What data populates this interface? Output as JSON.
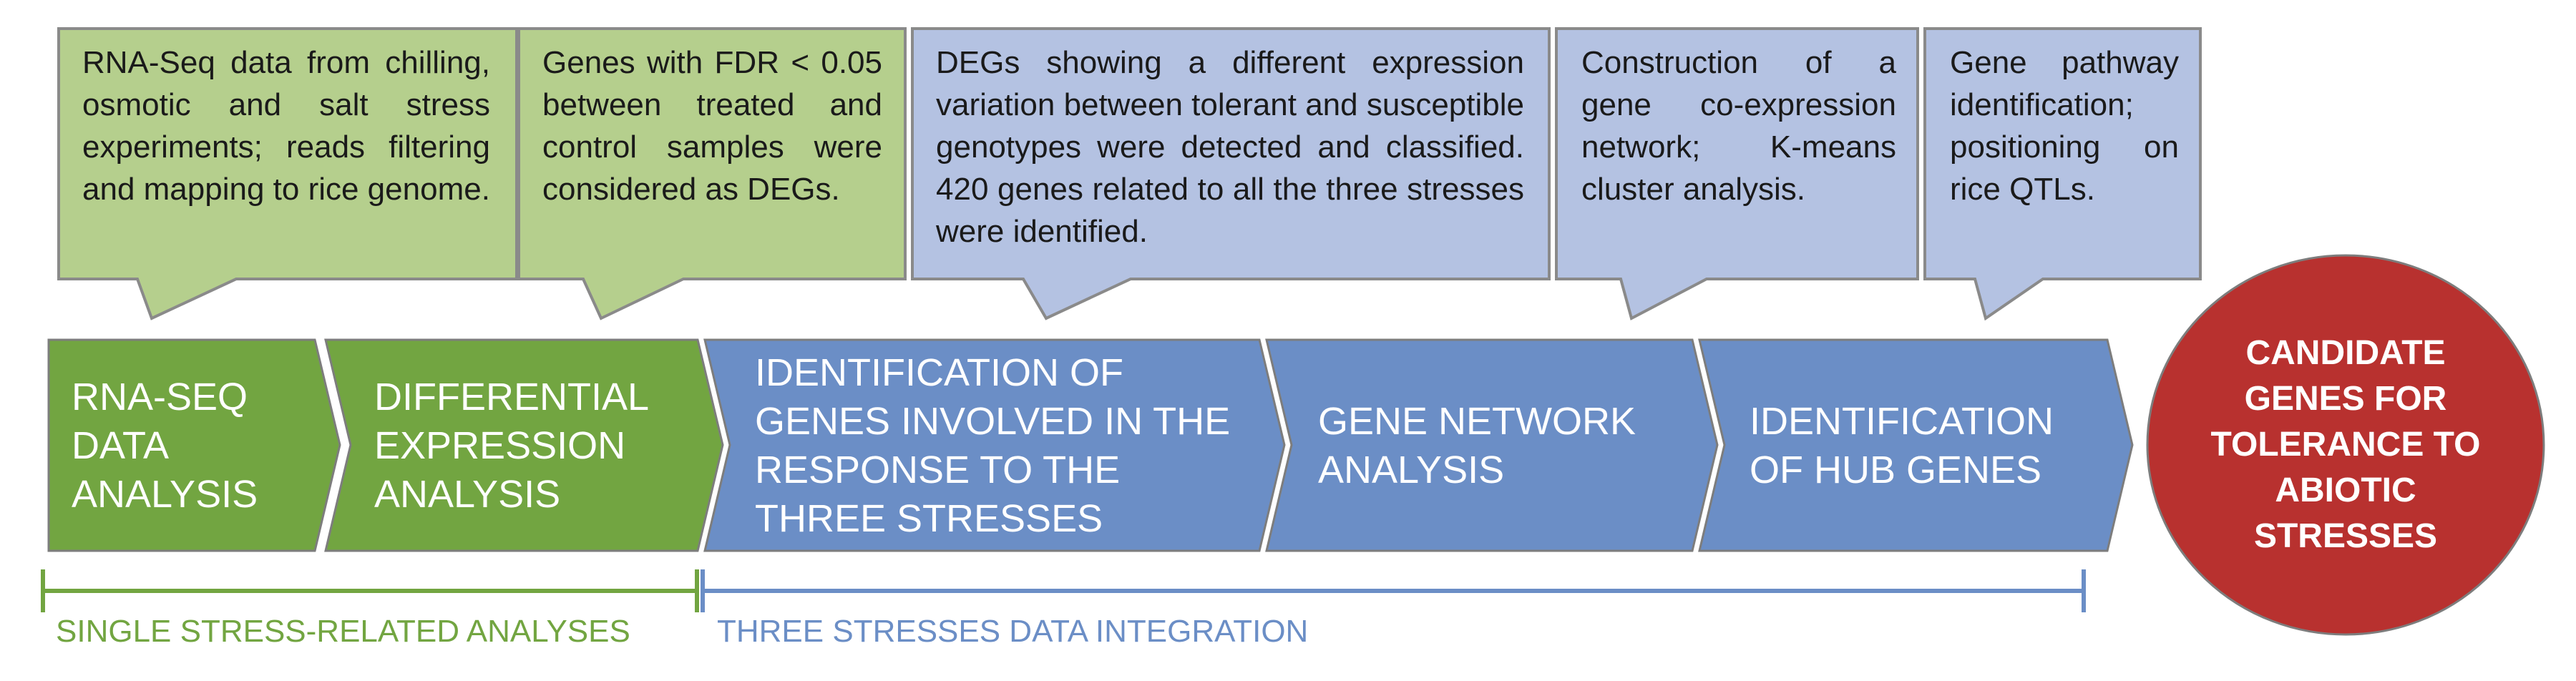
{
  "colors": {
    "green_fill": "#72a541",
    "green_callout": "#b5cf8d",
    "blue_fill": "#6b8ec6",
    "blue_callout": "#b4c2e2",
    "red_final": "#b8312f",
    "green_bracket": "#72a541",
    "blue_bracket": "#6b8ec6"
  },
  "callouts": [
    {
      "text": "RNA-Seq data from chilling, osmotic and salt stress experiments; reads filtering and mapping to rice genome."
    },
    {
      "text": "Genes with FDR < 0.05 between treated and control samples were considered as DEGs."
    },
    {
      "text": "DEGs showing a different expression variation between tolerant and susceptible genotypes were detected and classified. 420 genes related to all the three stresses were identified."
    },
    {
      "text": "Construction of a gene co-expression network; K-means cluster analysis."
    },
    {
      "text": "Gene pathway identification; positioning on rice QTLs."
    }
  ],
  "steps": [
    {
      "label": "RNA-SEQ DATA ANALYSIS"
    },
    {
      "label": "DIFFERENTIAL EXPRESSION ANALYSIS"
    },
    {
      "label": "IDENTIFICATION OF GENES INVOLVED IN THE RESPONSE TO THE THREE STRESSES"
    },
    {
      "label": "GENE NETWORK ANALYSIS"
    },
    {
      "label": "IDENTIFICATION OF HUB GENES"
    }
  ],
  "final": {
    "label": "CANDIDATE GENES FOR TOLERANCE TO ABIOTIC STRESSES"
  },
  "brackets": [
    {
      "label": "SINGLE STRESS-RELATED ANALYSES"
    },
    {
      "label": "THREE STRESSES DATA INTEGRATION"
    }
  ]
}
